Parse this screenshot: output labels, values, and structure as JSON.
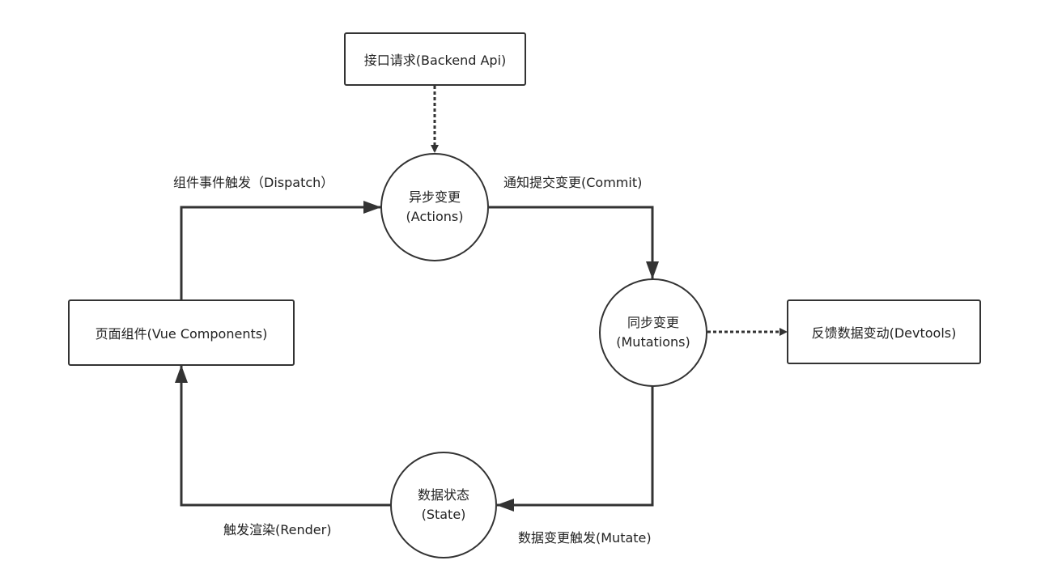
{
  "nodes": {
    "backend_api": "接口请求(Backend Api)",
    "actions": {
      "line1": "异步变更",
      "line2": "(Actions)"
    },
    "components": "页面组件(Vue Components)",
    "mutations": {
      "line1": "同步变更",
      "line2": "(Mutations)"
    },
    "devtools": "反馈数据变动(Devtools)",
    "state": {
      "line1": "数据状态",
      "line2": "(State)"
    }
  },
  "edges": {
    "dispatch": "组件事件触发（Dispatch）",
    "commit": "通知提交变更(Commit)",
    "mutate": "数据变更触发(Mutate)",
    "render": "触发渲染(Render)"
  },
  "colors": {
    "stroke": "#333333",
    "background": "#ffffff",
    "text": "#222222"
  }
}
